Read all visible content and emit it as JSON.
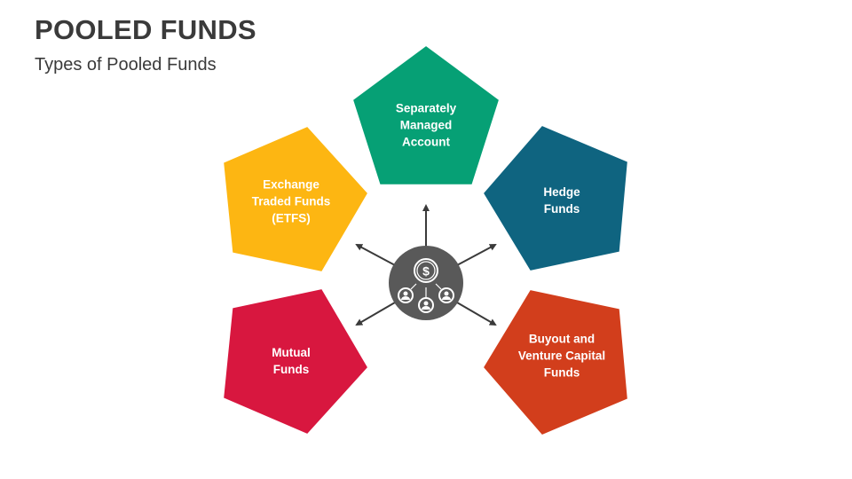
{
  "header": {
    "title": "POOLED FUNDS",
    "subtitle": "Types of Pooled Funds"
  },
  "diagram": {
    "center_icon": "pooled-money-people-icon",
    "items": [
      {
        "label": "Separately\nManaged\nAccount",
        "color": "#06A075"
      },
      {
        "label": "Hedge\nFunds",
        "color": "#0F6480"
      },
      {
        "label": "Buyout and\nVenture Capital\nFunds",
        "color": "#D23E1C"
      },
      {
        "label": "Mutual\nFunds",
        "color": "#D8173F"
      },
      {
        "label": "Exchange\nTraded Funds\n(ETFS)",
        "color": "#FDB612"
      }
    ]
  }
}
